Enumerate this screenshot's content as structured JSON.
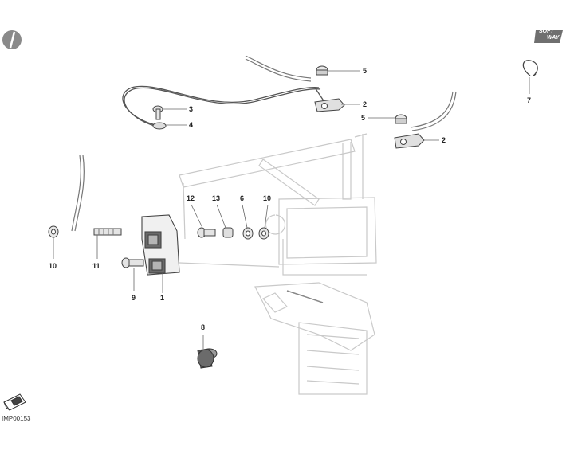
{
  "diagram": {
    "callouts": [
      {
        "id": "c5a",
        "label": "5"
      },
      {
        "id": "c2a",
        "label": "2"
      },
      {
        "id": "c3",
        "label": "3"
      },
      {
        "id": "c4",
        "label": "4"
      },
      {
        "id": "c5b",
        "label": "5"
      },
      {
        "id": "c2b",
        "label": "2"
      },
      {
        "id": "c7",
        "label": "7"
      },
      {
        "id": "c12",
        "label": "12"
      },
      {
        "id": "c13",
        "label": "13"
      },
      {
        "id": "c6",
        "label": "6"
      },
      {
        "id": "c10a",
        "label": "10"
      },
      {
        "id": "c10b",
        "label": "10"
      },
      {
        "id": "c11",
        "label": "11"
      },
      {
        "id": "c9",
        "label": "9"
      },
      {
        "id": "c1",
        "label": "1"
      },
      {
        "id": "c8",
        "label": "8"
      }
    ],
    "drawing_code": "IMP00153",
    "badge": {
      "line1": "SOFT",
      "line2": "WAY"
    }
  }
}
